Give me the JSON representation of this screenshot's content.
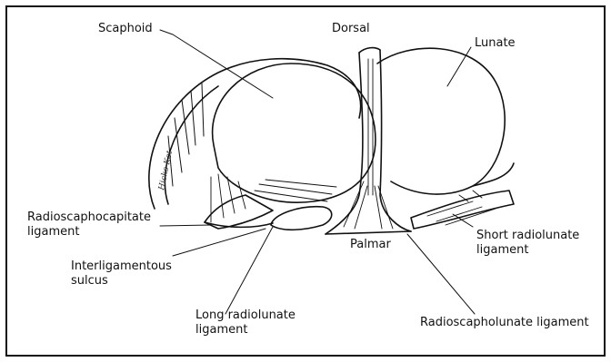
{
  "labels": {
    "scaphoid": "Scaphoid",
    "dorsal": "Dorsal",
    "lunate": "Lunate",
    "radioscaphocapitate": "Radioscaphocapitate\nligament",
    "palmar": "Palmar",
    "short_radiolunate": "Short radiolunate\nligament",
    "interligamentous": "Interligamentous\nsulcus",
    "long_radiolunate": "Long radiolunate\nligament",
    "radioscapholunate": "Radioscapholunate ligament"
  },
  "signature": "Hicks-Kot"
}
